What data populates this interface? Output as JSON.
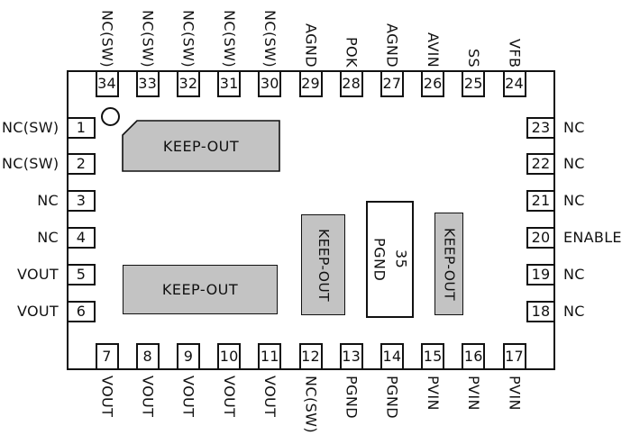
{
  "colors": {
    "line": "#111111",
    "keepout_fill": "#c3c3c3",
    "pad_fill": "#ffffff",
    "background": "#ffffff"
  },
  "package": {
    "keepout_label": "KEEP-OUT",
    "center_pad": {
      "number": "35",
      "name": "PGND"
    },
    "pins": {
      "top": [
        {
          "num": "34",
          "label": "NC(SW)"
        },
        {
          "num": "33",
          "label": "NC(SW)"
        },
        {
          "num": "32",
          "label": "NC(SW)"
        },
        {
          "num": "31",
          "label": "NC(SW)"
        },
        {
          "num": "30",
          "label": "NC(SW)"
        },
        {
          "num": "29",
          "label": "AGND"
        },
        {
          "num": "28",
          "label": "POK"
        },
        {
          "num": "27",
          "label": "AGND"
        },
        {
          "num": "26",
          "label": "AVIN"
        },
        {
          "num": "25",
          "label": "SS"
        },
        {
          "num": "24",
          "label": "VFB"
        }
      ],
      "bottom": [
        {
          "num": "7",
          "label": "VOUT"
        },
        {
          "num": "8",
          "label": "VOUT"
        },
        {
          "num": "9",
          "label": "VOUT"
        },
        {
          "num": "10",
          "label": "VOUT"
        },
        {
          "num": "11",
          "label": "VOUT"
        },
        {
          "num": "12",
          "label": "NC(SW)"
        },
        {
          "num": "13",
          "label": "PGND"
        },
        {
          "num": "14",
          "label": "PGND"
        },
        {
          "num": "15",
          "label": "PVIN"
        },
        {
          "num": "16",
          "label": "PVIN"
        },
        {
          "num": "17",
          "label": "PVIN"
        }
      ],
      "left": [
        {
          "num": "1",
          "label": "NC(SW)"
        },
        {
          "num": "2",
          "label": "NC(SW)"
        },
        {
          "num": "3",
          "label": "NC"
        },
        {
          "num": "4",
          "label": "NC"
        },
        {
          "num": "5",
          "label": "VOUT"
        },
        {
          "num": "6",
          "label": "VOUT"
        }
      ],
      "right": [
        {
          "num": "23",
          "label": "NC"
        },
        {
          "num": "22",
          "label": "NC"
        },
        {
          "num": "21",
          "label": "NC"
        },
        {
          "num": "20",
          "label": "ENABLE"
        },
        {
          "num": "19",
          "label": "NC"
        },
        {
          "num": "18",
          "label": "NC"
        }
      ]
    }
  }
}
